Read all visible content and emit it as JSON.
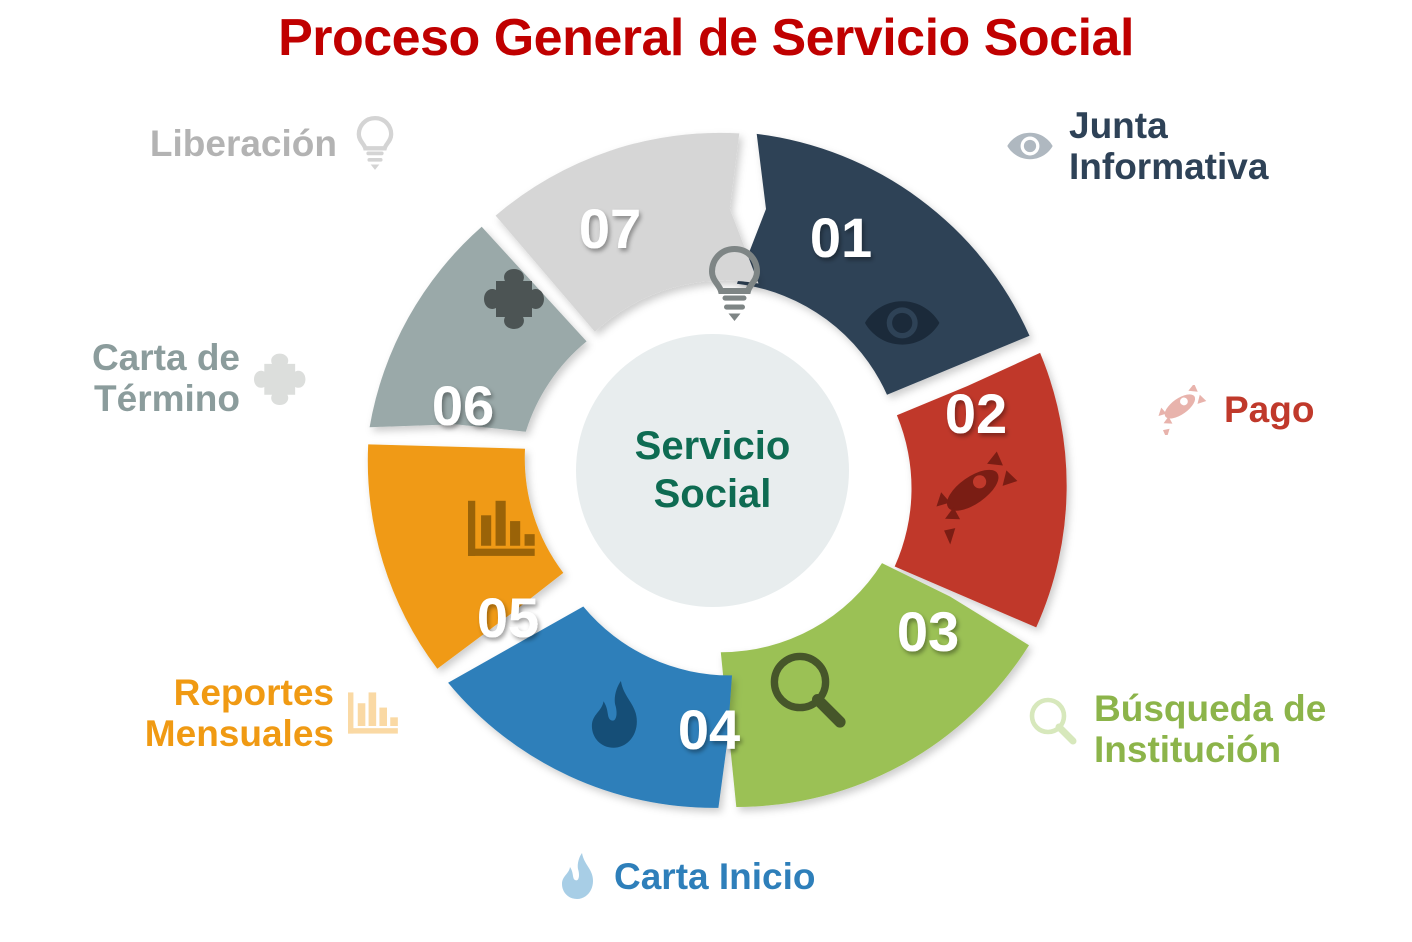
{
  "title": "Proceso General de Servicio Social",
  "title_color": "#C00000",
  "center": {
    "line1": "Servicio",
    "line2": "Social",
    "text_color": "#0E6B52",
    "bg_color": "#E8EDEE"
  },
  "steps": [
    {
      "number": "01",
      "label": "Junta\nInformativa",
      "icon": "eye-icon",
      "color": "#2E4257",
      "label_color": "#2E4257",
      "icon_color": "#AFB8C0",
      "side": "right"
    },
    {
      "number": "02",
      "label": "Pago",
      "icon": "rocket-icon",
      "color": "#C0392B",
      "label_color": "#C0392B",
      "icon_color": "#E8B3AC",
      "side": "right"
    },
    {
      "number": "03",
      "label": "Búsqueda de\nInstitución",
      "icon": "magnifier-icon",
      "color": "#9BC154",
      "label_color": "#8CB44A",
      "icon_color": "#D7E8BC",
      "side": "right"
    },
    {
      "number": "04",
      "label": "Carta Inicio",
      "icon": "flame-icon",
      "color": "#2E7FBA",
      "label_color": "#2E7FBA",
      "icon_color": "#A8CEE6",
      "side": "bottom"
    },
    {
      "number": "05",
      "label": "Reportes\nMensuales",
      "icon": "bar-chart-icon",
      "color": "#F09A13",
      "label_color": "#F09A13",
      "icon_color": "#FAD9A4",
      "side": "left"
    },
    {
      "number": "06",
      "label": "Carta de\nTérmino",
      "icon": "puzzle-icon",
      "color": "#9AA9A9",
      "label_color": "#8B9C9C",
      "icon_color": "#DCDEDC",
      "side": "left"
    },
    {
      "number": "07",
      "label": "Liberación",
      "icon": "lightbulb-icon",
      "color": "#D6D6D6",
      "label_color": "#B3B3B3",
      "icon_color": "#D4D4D4",
      "side": "left"
    }
  ]
}
